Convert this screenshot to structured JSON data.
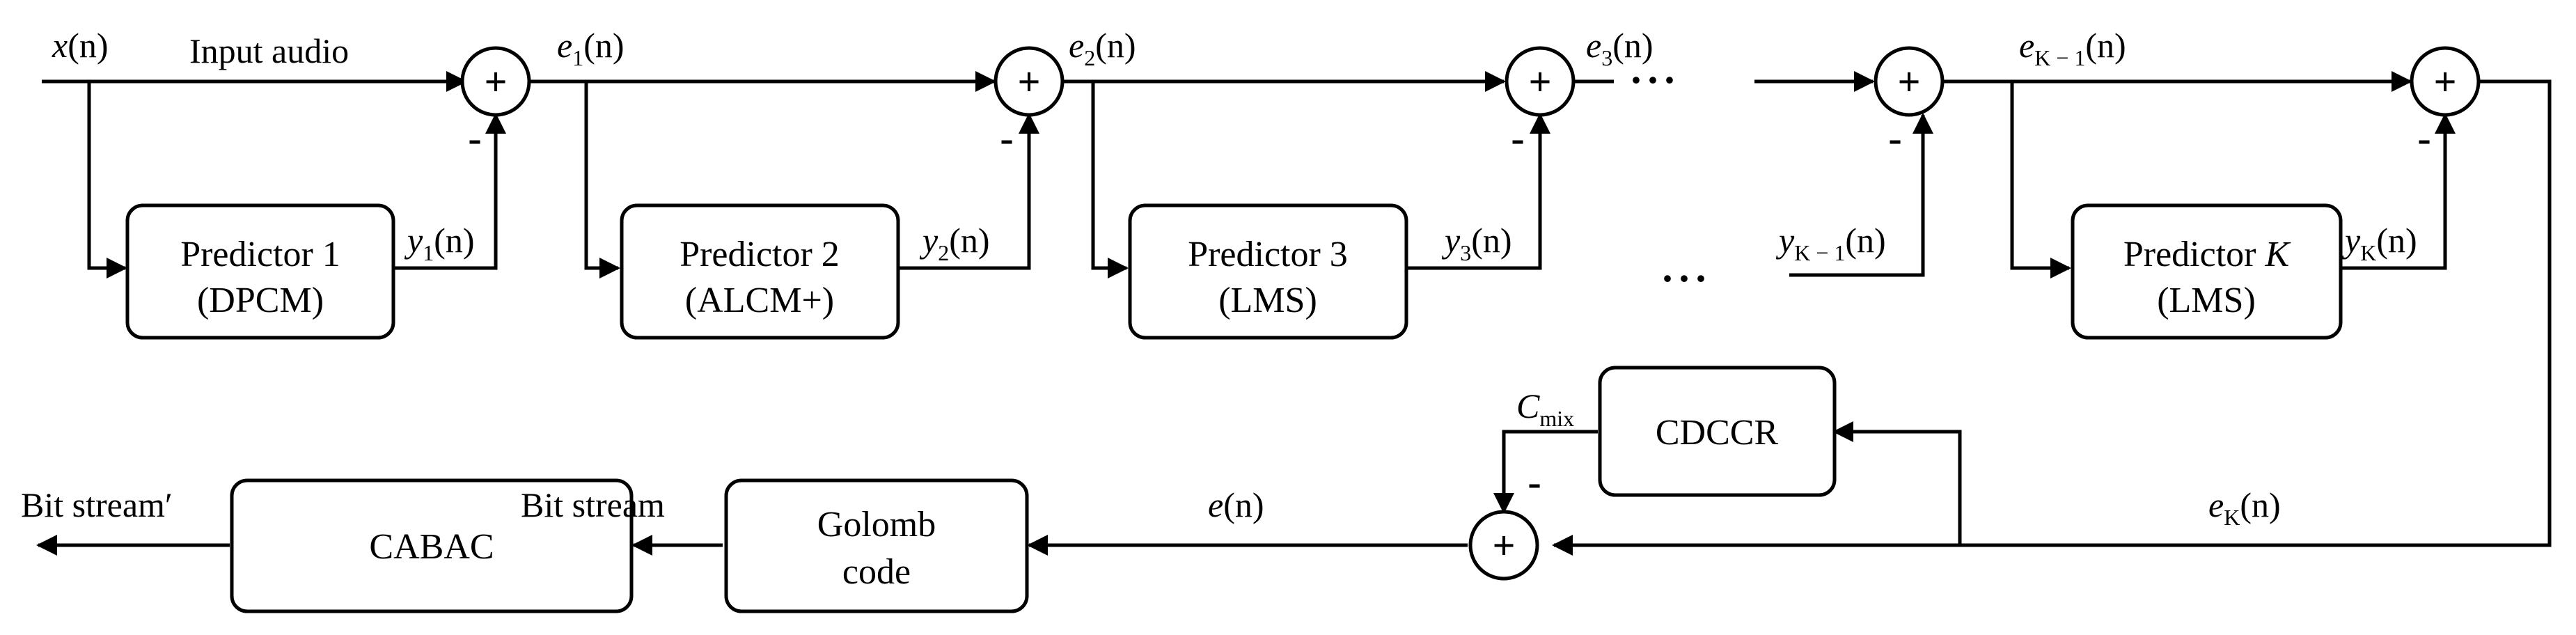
{
  "labels": {
    "input_signal": {
      "base": "x",
      "arg": "(n)"
    },
    "input_audio": "Input audio",
    "e1": {
      "base": "e",
      "sub": "1",
      "arg": "(n)"
    },
    "e2": {
      "base": "e",
      "sub": "2",
      "arg": "(n)"
    },
    "e3": {
      "base": "e",
      "sub": "3",
      "arg": "(n)"
    },
    "ekm1": {
      "base": "e",
      "sub": "K − 1",
      "arg": "(n)"
    },
    "y1": {
      "base": "y",
      "sub": "1",
      "arg": "(n)"
    },
    "y2": {
      "base": "y",
      "sub": "2",
      "arg": "(n)"
    },
    "y3": {
      "base": "y",
      "sub": "3",
      "arg": "(n)"
    },
    "ykm1": {
      "base": "y",
      "sub": "K − 1",
      "arg": "(n)"
    },
    "yk": {
      "base": "y",
      "sub": "K",
      "arg": "(n)"
    },
    "ek": {
      "base": "e",
      "sub": "K",
      "arg": "(n)"
    },
    "en": {
      "base": "e",
      "arg": "(n)"
    },
    "cmix": {
      "base": "C",
      "sub": "mix"
    },
    "bit_stream": "Bit stream",
    "bit_stream_out": "Bit stream′",
    "ellipsis": "···"
  },
  "blocks": {
    "predictor1": {
      "line1": "Predictor 1",
      "line2": "(DPCM)"
    },
    "predictor2": {
      "line1": "Predictor 2",
      "line2": "(ALCM+)"
    },
    "predictor3": {
      "line1": "Predictor 3",
      "line2": "(LMS)"
    },
    "predictorK": {
      "line1_prefix": "Predictor ",
      "line1_var": "K",
      "line2": "(LMS)"
    },
    "cdccr": "CDCCR",
    "golomb": {
      "line1": "Golomb",
      "line2": "code"
    },
    "cabac": "CABAC"
  },
  "sum_symbol": "+",
  "minus_symbol": "-"
}
